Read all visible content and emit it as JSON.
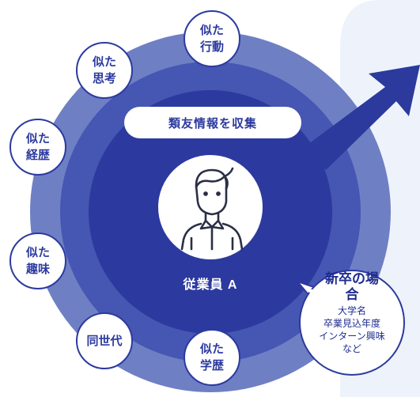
{
  "center": {
    "pill_label": "類友情報を収集",
    "employee_label": "従業員 A"
  },
  "nodes": [
    {
      "line1": "似た",
      "line2": "行動"
    },
    {
      "line1": "似た",
      "line2": "思考"
    },
    {
      "line1": "似た",
      "line2": "経歴"
    },
    {
      "line1": "似た",
      "line2": "趣味"
    },
    {
      "line1": "同世代",
      "line2": ""
    },
    {
      "line1": "似た",
      "line2": "学歴"
    }
  ],
  "callout": {
    "title_line1": "新卒の場",
    "title_line2": "合",
    "detail_line1": "大学名",
    "detail_line2": "卒業見込年度",
    "detail_line3": "インターン興味",
    "detail_line4": "など"
  },
  "colors": {
    "outer_ring": "#6f7fc4",
    "middle_ring": "#4656b3",
    "inner_disc": "#2c3a9f",
    "node_border": "#2c3a9f",
    "arrow": "#2b3a9c",
    "background_panel": "#eef3fb"
  }
}
